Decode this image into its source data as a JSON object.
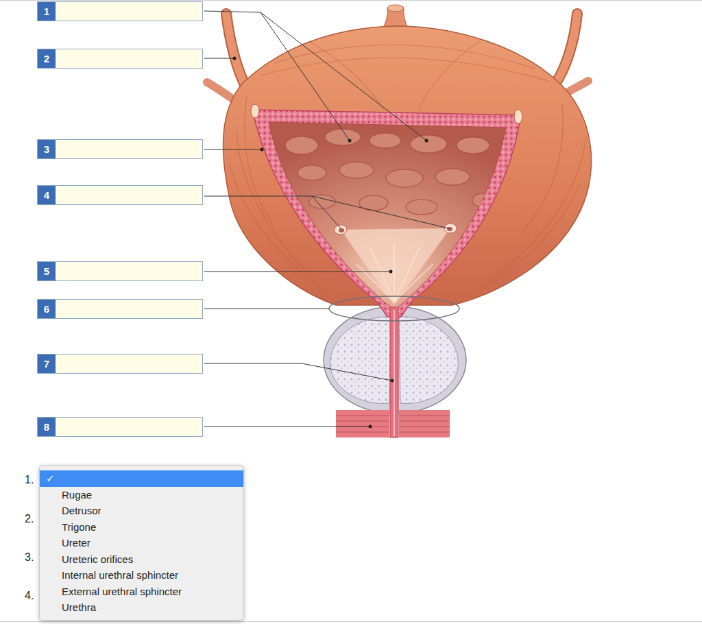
{
  "diagram": {
    "nodes": [
      {
        "text": [
          "1"
        ]
      },
      {
        "text": [
          "2"
        ]
      },
      {
        "text": [
          "3"
        ]
      },
      {
        "text": [
          "4"
        ]
      },
      {
        "text": [
          "5"
        ]
      },
      {
        "text": [
          "6"
        ]
      },
      {
        "text": [
          "7"
        ]
      },
      {
        "text": [
          "8"
        ]
      },
      {
        "text": [
          "✓",
          "Rugae",
          "Detrusor",
          "Trigone",
          "Ureter",
          "Ureteric orifices",
          "Internal urethral sphincter",
          "External urethral sphincter",
          "Urethra"
        ]
      }
    ],
    "labels": [
      "1.",
      "2.",
      "3.",
      "4."
    ]
  }
}
